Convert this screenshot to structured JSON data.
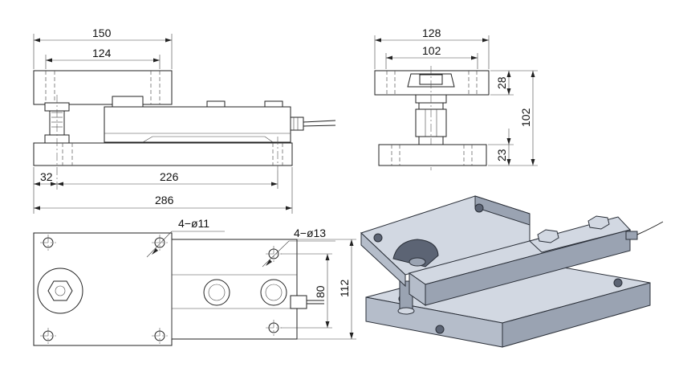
{
  "front_view": {
    "dim_total_width": "150",
    "dim_hole_spacing": "124",
    "dim_left_offset": "32",
    "dim_mid_span": "226",
    "dim_overall_length": "286"
  },
  "side_view": {
    "dim_top_width": "128",
    "dim_inner_width": "102",
    "dim_top_plate_thickness": "28",
    "dim_total_height": "102",
    "dim_base_thickness": "23"
  },
  "plan_view": {
    "callout_top_plate_holes": "4−ø11",
    "callout_base_holes": "4−ø13",
    "dim_hole_pitch": "80",
    "dim_base_width": "112"
  },
  "colors": {
    "line": "#222222",
    "metal_top": "#d2d8e2",
    "metal_side": "#9aa3b2",
    "metal_front": "#b5bdca"
  }
}
